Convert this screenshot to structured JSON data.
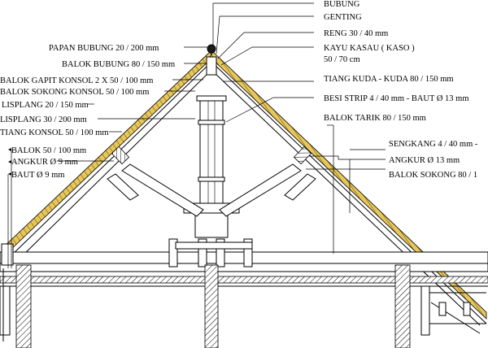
{
  "labels": {
    "bubung": "BUBUNG",
    "genting": "GENTING",
    "reng": "RENG 30 / 40 mm",
    "kayu_kasau": "KAYU KASAU ( KASO )",
    "kayu_kasau_size": "50 / 70 cm",
    "tiang_kuda": "TIANG KUDA - KUDA 80 / 150 mm",
    "besi_strip": "BESI STRIP 4 / 40 mm - BAUT Ø 13 mm",
    "balok_tarik": "BALOK TARIK 80 / 150 mm",
    "sengkang": "SENGKANG 4 / 40 mm -",
    "angkur_right": "ANGKUR Ø 13 mm",
    "balok_sokong_right": "BALOK SOKONG 80 / 1",
    "papan_bubung": "PAPAN BUBUNG 20 / 200 mm",
    "balok_bubung": "BALOK BUBUNG 80 / 150 mm",
    "balok_gapit": "BALOK GAPIT KONSOL 2 X 50 / 100 mm",
    "balok_sokong_konsol": "BALOK SOKONG KONSOL 50 / 100 mm",
    "lisplang_20": "LISPLANG 20 / 150 mm",
    "lisplang_30": "LISPLANG 30 / 200 mm",
    "tiang_konsol": "TIANG KONSOL 50 / 100 mm",
    "balok_50": "BALOK 50 / 100 mm",
    "angkur_left": "ANGKUR Ø 9 mm",
    "baut_left": "BAUT Ø 9 mm"
  },
  "colors": {
    "line": "#000000",
    "roof_tile": "#e8c75a",
    "background": "#ffffff"
  }
}
